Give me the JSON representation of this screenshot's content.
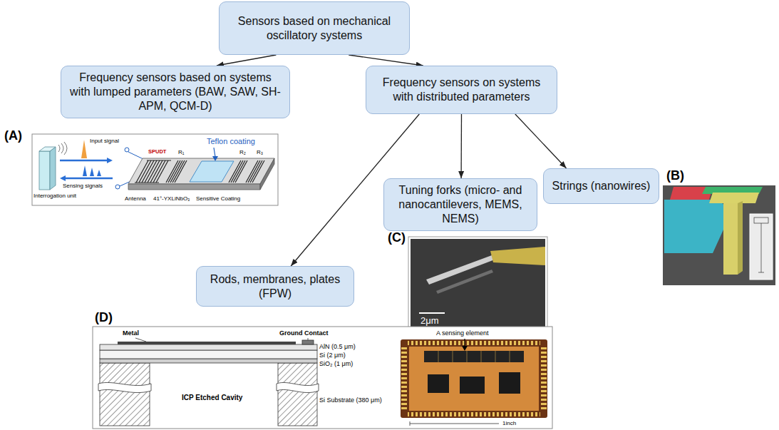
{
  "diagram": {
    "nodes": [
      {
        "text": [
          "Sensors based on mechanical oscillatory systems"
        ]
      },
      {
        "text": [
          "Frequency sensors based on systems with lumped parameters (BAW, SAW, SH-APM, QCM-D)"
        ]
      },
      {
        "text": [
          "Frequency sensors on systems with distributed parameters"
        ]
      },
      {
        "text": [
          "Strings (nanowires)"
        ]
      },
      {
        "text": [
          "Tuning forks (micro- and nanocantilevers, MEMS, NEMS)"
        ]
      },
      {
        "text": [
          "Rods, membranes, plates (FPW)"
        ]
      }
    ],
    "edges": [
      {
        "from": 0,
        "to": 1,
        "arrow": "to"
      },
      {
        "from": 0,
        "to": 2,
        "arrow": "to"
      },
      {
        "from": 2,
        "to": 3,
        "arrow": "to"
      },
      {
        "from": 2,
        "to": 4,
        "arrow": "to"
      },
      {
        "from": 2,
        "to": 5,
        "arrow": "to"
      }
    ],
    "labels": [
      "(A)",
      "Input signal",
      "Sensing signals",
      "Interrogation unit",
      "Teflon coating",
      "SPUDT",
      "R₁",
      "R₂",
      "R₃",
      "Antenna",
      "41°-YXLiNbO₃",
      "Sensitive Coating",
      "(B)",
      "(C)",
      "2μm",
      "(D)",
      "Metal",
      "Ground Contact",
      "AlN (0.5 μm)",
      "Si (2 μm)",
      "SiO₂ (1 μm)",
      "ICP Etched Cavity",
      "Si Substrate (380 μm)",
      "A sensing element",
      "1inch"
    ]
  }
}
